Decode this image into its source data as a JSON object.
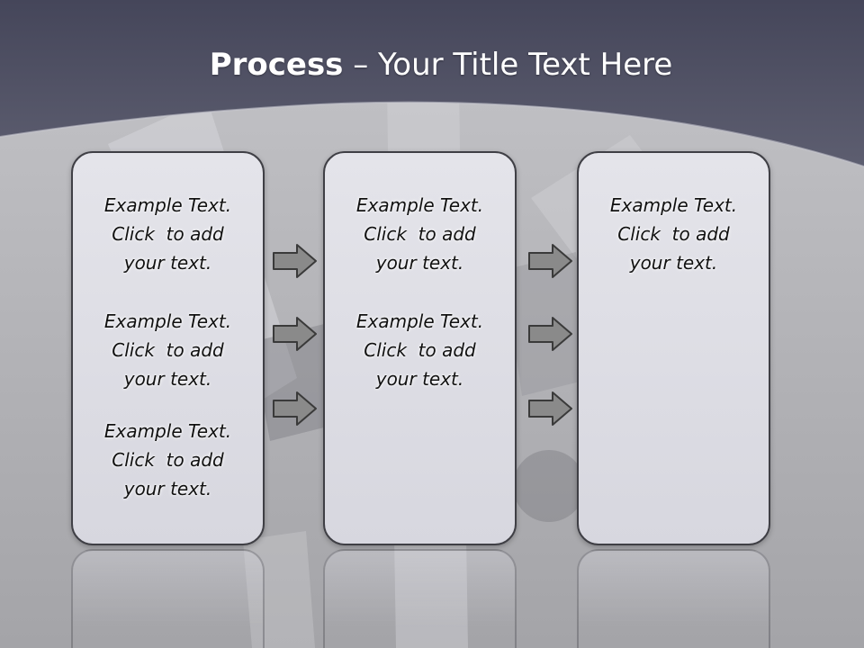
{
  "title": {
    "bold": "Process",
    "rest": " – Your Title Text Here"
  },
  "panels": [
    {
      "blocks": [
        {
          "line1": "Example Text.",
          "line2": "Click  to add",
          "line3": "your text."
        },
        {
          "line1": "Example Text.",
          "line2": "Click  to add",
          "line3": "your text."
        },
        {
          "line1": "Example Text.",
          "line2": "Click  to add",
          "line3": "your text."
        }
      ]
    },
    {
      "blocks": [
        {
          "line1": "Example Text.",
          "line2": "Click  to add",
          "line3": "your text."
        },
        {
          "line1": "Example Text.",
          "line2": "Click  to add",
          "line3": "your text."
        }
      ]
    },
    {
      "blocks": [
        {
          "line1": "Example Text.",
          "line2": "Click  to add",
          "line3": "your text."
        }
      ]
    }
  ],
  "icons": {
    "arrow": "right-arrow-icon"
  },
  "colors": {
    "header": "#4e4f60",
    "panel_fill": "#dcdce3",
    "panel_border": "#3f3f45",
    "arrow_fill": "#8a8a8a",
    "arrow_stroke": "#3a3a3a"
  }
}
